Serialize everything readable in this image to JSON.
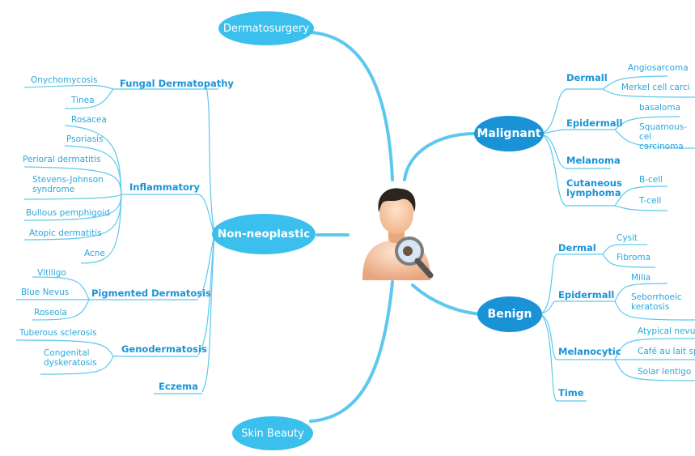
{
  "center": {
    "icon": "doctor-with-magnifying-glass-icon"
  },
  "colors": {
    "line": "#5cc8ee",
    "primary": "#3bbfec",
    "primary_dark": "#1a93d6",
    "text": "#29a8dc"
  },
  "top_nodes": {
    "dermatosurgery": "Dermatosurgery",
    "skin_beauty": "Skin Beauty"
  },
  "non_neoplastic": {
    "label": "Non-neoplastic",
    "fungal": {
      "label": "Fungal Dermatopathy",
      "items": [
        "Onychomycosis",
        "Tinea"
      ]
    },
    "inflammatory": {
      "label": "Inflammatory",
      "items": [
        "Rosacea",
        "Psoriasis",
        "Perioral dermatitis",
        "Stevens-Johnson syndrome",
        "Bullous pemphigoid",
        "Atopic dermatitis",
        "Acne"
      ]
    },
    "pigmented": {
      "label": "Pigmented Dermatosis",
      "items": [
        "Vitiligo",
        "Blue Nevus",
        "Roseola"
      ]
    },
    "geno": {
      "label": "Genodermatosis",
      "items": [
        "Tuberous sclerosis",
        "Congenital dyskeratosis"
      ]
    },
    "eczema": "Eczema"
  },
  "malignant": {
    "label": "Malignant",
    "dermall": {
      "label": "Dermall",
      "items": [
        "Angiosarcoma",
        "Merkel cell carci"
      ]
    },
    "epidermall": {
      "label": "Epidermall",
      "items": [
        "basaloma",
        "Squamous-cel carcinoma"
      ]
    },
    "melanoma": "Melanoma",
    "lymphoma": {
      "label": "Cutaneous lymphoma",
      "items": [
        "B-cell",
        "T-cell"
      ]
    }
  },
  "benign": {
    "label": "Benign",
    "dermal": {
      "label": "Dermal",
      "items": [
        "Cysit",
        "Fibroma"
      ]
    },
    "epidermall": {
      "label": "Epidermall",
      "items": [
        "Milia",
        "Seborrhoeic keratosis"
      ]
    },
    "melanocytic": {
      "label": "Melanocytic",
      "items": [
        "Atypical nevu",
        "Café au lait sp",
        "Solar lentigo"
      ]
    },
    "time": "Time"
  }
}
